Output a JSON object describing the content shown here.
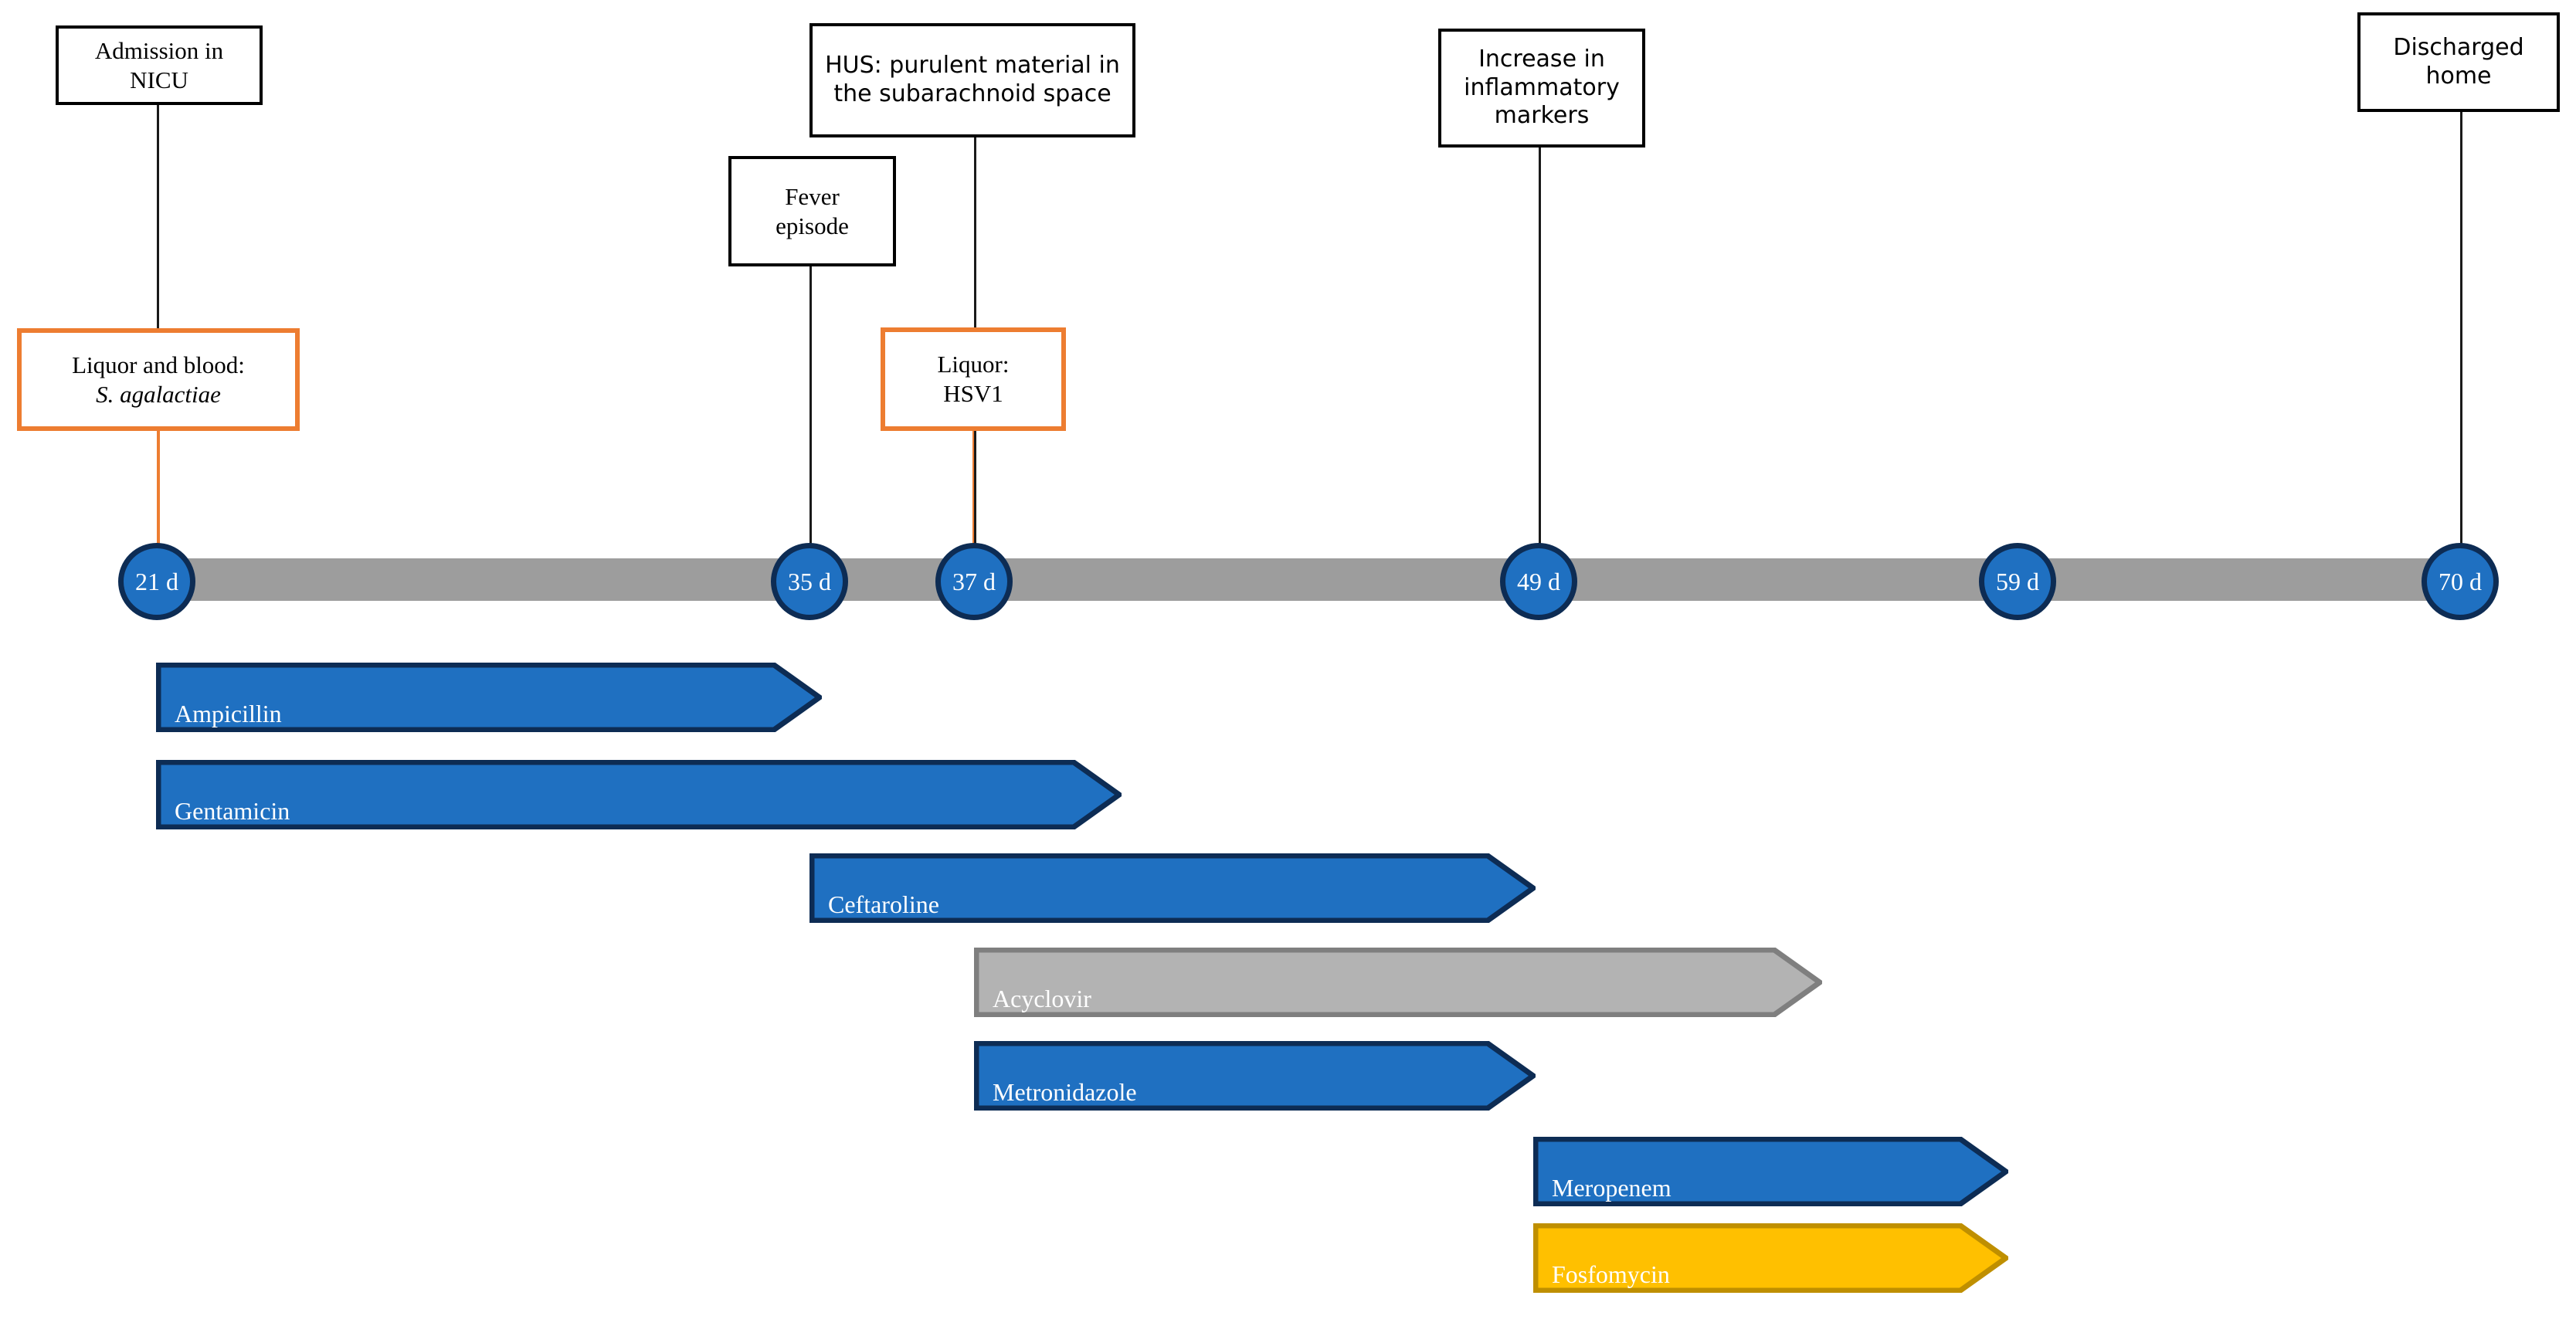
{
  "figure": {
    "kind": "clinical-course-timeline",
    "axis_unit": "days of life"
  },
  "events": [
    {
      "id": "admission",
      "label": "Admission in\nNICU",
      "style": "black",
      "font": "serif",
      "day": "21 d"
    },
    {
      "id": "culture1",
      "label": "Liquor and blood:",
      "label2": "S. agalactiae",
      "style": "orange",
      "font": "serif",
      "day": "21 d"
    },
    {
      "id": "fever",
      "label": "Fever\nepisode",
      "style": "black",
      "font": "serif",
      "day": "35 d"
    },
    {
      "id": "hus",
      "label": "HUS: purulent material in\nthe subarachnoid space",
      "style": "black",
      "font": "sans",
      "day": "37 d"
    },
    {
      "id": "culture2",
      "label": "Liquor:",
      "label2": "HSV1",
      "style": "orange",
      "font": "serif",
      "day": "37 d"
    },
    {
      "id": "inflammation",
      "label": "Increase in\ninflammatory\nmarkers",
      "style": "black",
      "font": "sans",
      "day": "49 d"
    },
    {
      "id": "discharge",
      "label": "Discharged\nhome",
      "style": "black",
      "font": "sans",
      "day": "70 d"
    }
  ],
  "timeline": {
    "nodes": [
      {
        "id": "d21",
        "label": "21 d"
      },
      {
        "id": "d35",
        "label": "35 d"
      },
      {
        "id": "d37",
        "label": "37 d"
      },
      {
        "id": "d49",
        "label": "49 d"
      },
      {
        "id": "d59",
        "label": "59 d"
      },
      {
        "id": "d70",
        "label": "70 d"
      }
    ]
  },
  "therapies": [
    {
      "id": "ampicillin",
      "label": "Ampicillin",
      "color": "blue",
      "start_day": "21 d",
      "end_day": "35 d"
    },
    {
      "id": "gentamicin",
      "label": "Gentamicin",
      "color": "blue",
      "start_day": "21 d",
      "end_day": "37 d"
    },
    {
      "id": "ceftaroline",
      "label": "Ceftaroline",
      "color": "blue",
      "start_day": "35 d",
      "end_day": "49 d"
    },
    {
      "id": "acyclovir",
      "label": "Acyclovir",
      "color": "gray",
      "start_day": "37 d",
      "end_day": "52 d"
    },
    {
      "id": "metronidazole",
      "label": "Metronidazole",
      "color": "blue",
      "start_day": "37 d",
      "end_day": "49 d"
    },
    {
      "id": "meropenem",
      "label": "Meropenem",
      "color": "blue",
      "start_day": "49 d",
      "end_day": "59 d"
    },
    {
      "id": "fosfomycin",
      "label": "Fosfomycin",
      "color": "amber",
      "start_day": "49 d",
      "end_day": "59 d"
    }
  ],
  "colors": {
    "blue_fill": "#1F70C1",
    "blue_stroke": "#0D2C54",
    "gray_fill": "#B3B3B3",
    "gray_stroke": "#7F7F7F",
    "amber_fill": "#FFC000",
    "amber_stroke": "#BF8F00",
    "orange_box": "#ED7D31",
    "timeline_bar": "#9D9D9D",
    "node_fill": "#1F70C1",
    "node_stroke": "#0D2C54",
    "black_box": "#000000"
  }
}
